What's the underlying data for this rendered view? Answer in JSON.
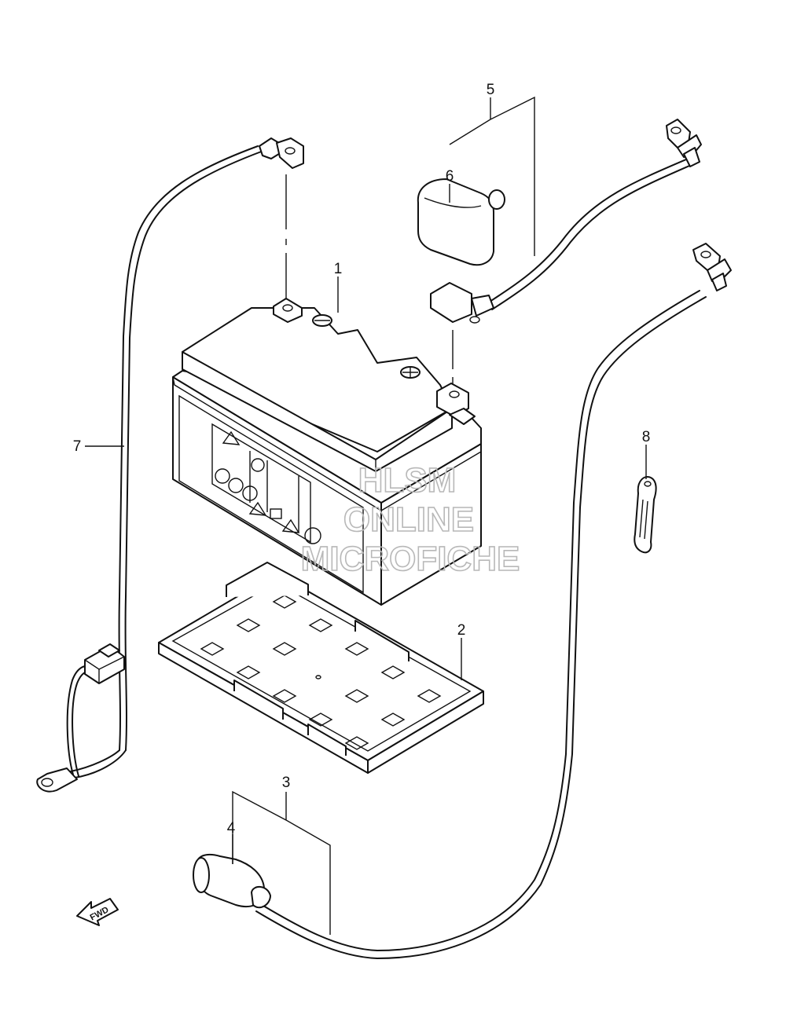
{
  "callouts": {
    "c1": "1",
    "c2": "2",
    "c3": "3",
    "c4": "4",
    "c5": "5",
    "c6": "6",
    "c7": "7",
    "c8": "8"
  },
  "watermark": {
    "line1": "HLSM",
    "line2": "ONLINE",
    "line3": "MICROFICHE"
  },
  "fwd_label": "FWD"
}
